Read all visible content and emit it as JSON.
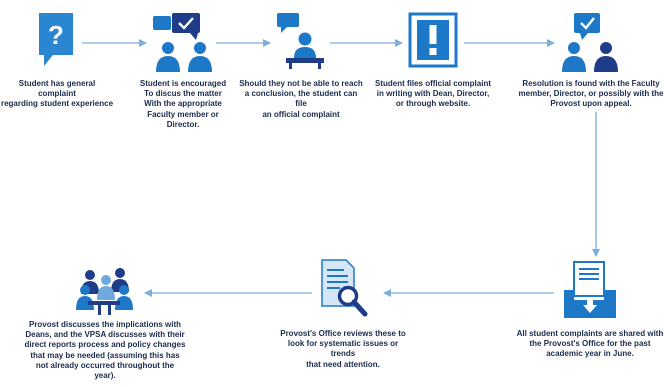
{
  "colors": {
    "blue": "#1e78c8",
    "light_blue": "#6ea8dc",
    "navy": "#1f3c88",
    "arrow": "#7aaedc",
    "text": "#1b2b4d"
  },
  "steps": [
    {
      "icon": "question-icon",
      "label": "Student has general complaint\nregarding student experience"
    },
    {
      "icon": "discussion-icon",
      "label": "Student is encouraged\nTo discus the matter\nWith the appropriate\nFaculty member or\nDirector."
    },
    {
      "icon": "student-desk-icon",
      "label": "Should they not be able to reach\na conclusion, the student can file\nan official complaint"
    },
    {
      "icon": "exclamation-icon",
      "label": "Student files official complaint\nin writing with Dean, Director,\nor through website."
    },
    {
      "icon": "resolution-icon",
      "label": "Resolution is found with the Faculty\nmember, Director, or possibly with the\nProvost upon appeal."
    },
    {
      "icon": "inbox-download-icon",
      "label": "All student complaints are shared with\nthe Provost's Office for the past\nacademic year in June."
    },
    {
      "icon": "document-magnify-icon",
      "label": "Provost's Office reviews these to\nlook for systematic issues or trends\nthat need attention."
    },
    {
      "icon": "group-icon",
      "label": "Provost discusses the implications with\nDeans, and the VPSA discusses with their\ndirect reports process and policy changes\nthat may be needed (assuming this has\nnot already occurred throughout the\nyear)."
    }
  ]
}
